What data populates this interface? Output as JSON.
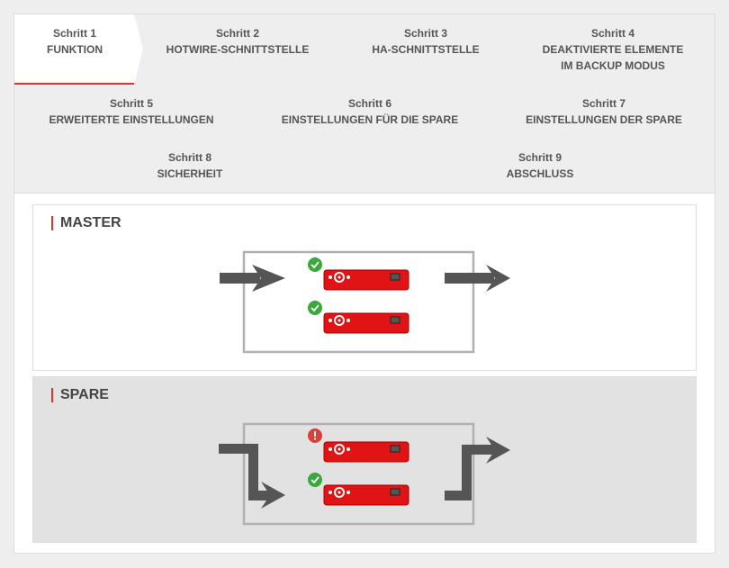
{
  "steps": [
    {
      "num": "Schritt 1",
      "label": "FUNKTION",
      "active": true
    },
    {
      "num": "Schritt 2",
      "label": "HOTWIRE-SCHNITTSTELLE"
    },
    {
      "num": "Schritt 3",
      "label": "HA-SCHNITTSTELLE"
    },
    {
      "num": "Schritt 4",
      "label": "DEAKTIVIERTE ELEMENTE",
      "label2": "IM BACKUP MODUS"
    },
    {
      "num": "Schritt 5",
      "label": "ERWEITERTE EINSTELLUNGEN"
    },
    {
      "num": "Schritt 6",
      "label": "EINSTELLUNGEN FÜR DIE SPARE"
    },
    {
      "num": "Schritt 7",
      "label": "EINSTELLUNGEN DER SPARE"
    },
    {
      "num": "Schritt 8",
      "label": "SICHERHEIT"
    },
    {
      "num": "Schritt 9",
      "label": "ABSCHLUSS"
    }
  ],
  "master": {
    "title": "MASTER",
    "device_status": [
      "ok",
      "ok"
    ]
  },
  "spare": {
    "title": "SPARE",
    "device_status": [
      "error",
      "ok"
    ]
  },
  "colors": {
    "accent": "#e2312a",
    "device": "#e01414",
    "ok": "#3aa83a",
    "error": "#d9403a",
    "arrow": "#555555"
  }
}
